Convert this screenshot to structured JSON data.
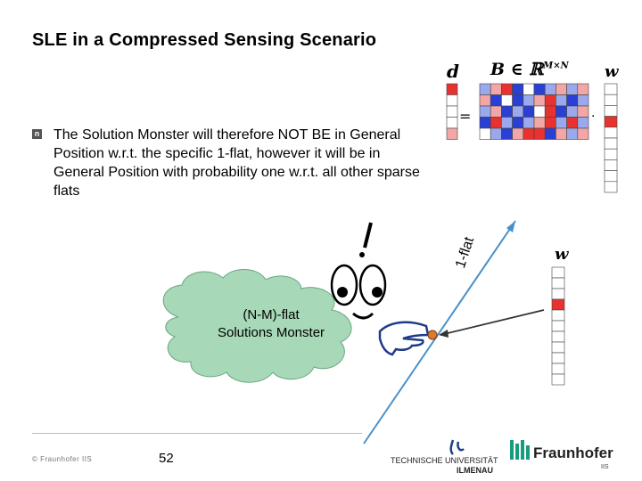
{
  "title": "SLE in a Compressed Sensing Scenario",
  "bullet": {
    "marker": "n",
    "text": "The Solution Monster will therefore NOT BE in General Position w.r.t. the specific 1-flat, however it will be in General Position with probability one w.r.t. all other sparse flats"
  },
  "equation": {
    "d": "d",
    "equals": "=",
    "B": "B ∈ ℝ",
    "B_superscript": "M×N",
    "w": "w",
    "period": "."
  },
  "vector_w_label": "w",
  "flat_label": "1-flat",
  "exclamation": "!",
  "monster": {
    "line1": "(N-M)-flat",
    "line2": "Solutions Monster"
  },
  "footer": {
    "copyright": "© Fraunhofer IIS",
    "page_number": "52",
    "tu_logo": "TECHNISCHE UNIVERSITÄT ILMENAU",
    "fraunhofer_logo": "Fraunhofer",
    "fraunhofer_sub": "IIS"
  },
  "colors": {
    "matrix_red": "#e8322f",
    "matrix_blue": "#2a3fd4",
    "matrix_light_blue": "#9aa8ec",
    "matrix_pink": "#f2a6a6",
    "cloud_fill": "#a7d8b7",
    "line_blue": "#4a90c8",
    "dot_orange": "#e07a2b",
    "fraunhofer_green": "#179c7d"
  }
}
